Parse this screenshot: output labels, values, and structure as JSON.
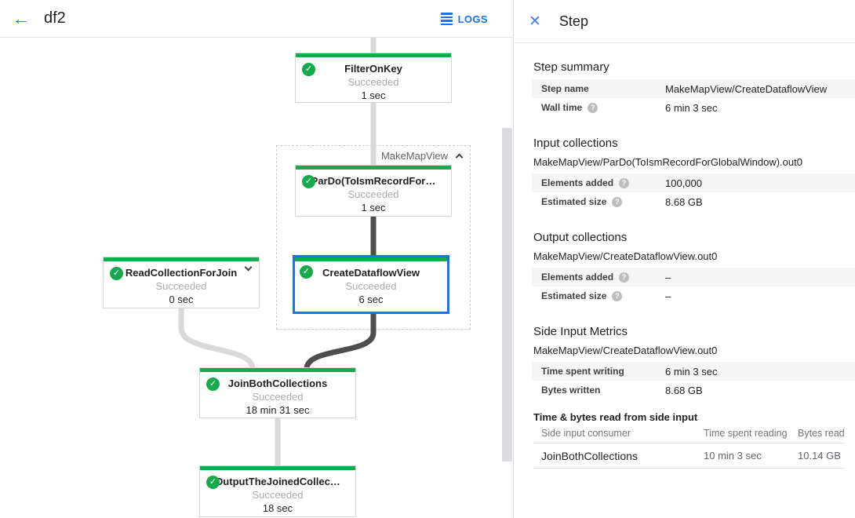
{
  "toolbar": {
    "title": "df2",
    "logs_label": "LOGS"
  },
  "icons": {
    "back": "←",
    "close": "✕",
    "check": "✓",
    "help": "?"
  },
  "colors": {
    "accent_blue": "#1a73e8",
    "success_green": "#16a94e",
    "edge_dark": "#4d4d4d",
    "edge_light": "#d9d9d9"
  },
  "graph": {
    "group_label": "MakeMapView",
    "nodes": [
      {
        "title": "FilterOnKey",
        "status": "Succeeded",
        "time": "1 sec"
      },
      {
        "title": "ParDo(ToIsmRecordFor…",
        "status": "Succeeded",
        "time": "1 sec"
      },
      {
        "title": "CreateDataflowView",
        "status": "Succeeded",
        "time": "6 sec"
      },
      {
        "title": "ReadCollectionForJoin",
        "status": "Succeeded",
        "time": "0 sec"
      },
      {
        "title": "JoinBothCollections",
        "status": "Succeeded",
        "time": "18 min 31 sec"
      },
      {
        "title": "OutputTheJoinedCollec…",
        "status": "Succeeded",
        "time": "18 sec"
      }
    ]
  },
  "panel": {
    "title": "Step",
    "step_summary": {
      "heading": "Step summary",
      "rows": [
        {
          "label": "Step name",
          "value": "MakeMapView/CreateDataflowView"
        },
        {
          "label": "Wall time",
          "value": "6 min 3 sec"
        }
      ]
    },
    "input_collections": {
      "heading": "Input collections",
      "collection": "MakeMapView/ParDo(ToIsmRecordForGlobalWindow).out0",
      "rows": [
        {
          "label": "Elements added",
          "value": "100,000"
        },
        {
          "label": "Estimated size",
          "value": "8.68 GB"
        }
      ]
    },
    "output_collections": {
      "heading": "Output collections",
      "collection": "MakeMapView/CreateDataflowView.out0",
      "rows": [
        {
          "label": "Elements added",
          "value": "–"
        },
        {
          "label": "Estimated size",
          "value": "–"
        }
      ]
    },
    "side_input_metrics": {
      "heading": "Side Input Metrics",
      "collection": "MakeMapView/CreateDataflowView.out0",
      "rows": [
        {
          "label": "Time spent writing",
          "value": "6 min 3 sec"
        },
        {
          "label": "Bytes written",
          "value": "8.68 GB"
        }
      ]
    },
    "side_input_table": {
      "title": "Time & bytes read from side input",
      "columns": [
        "Side input consumer",
        "Time spent reading",
        "Bytes read"
      ],
      "rows": [
        {
          "consumer": "JoinBothCollections",
          "time": "10 min 3 sec",
          "bytes": "10.14 GB"
        }
      ]
    }
  }
}
